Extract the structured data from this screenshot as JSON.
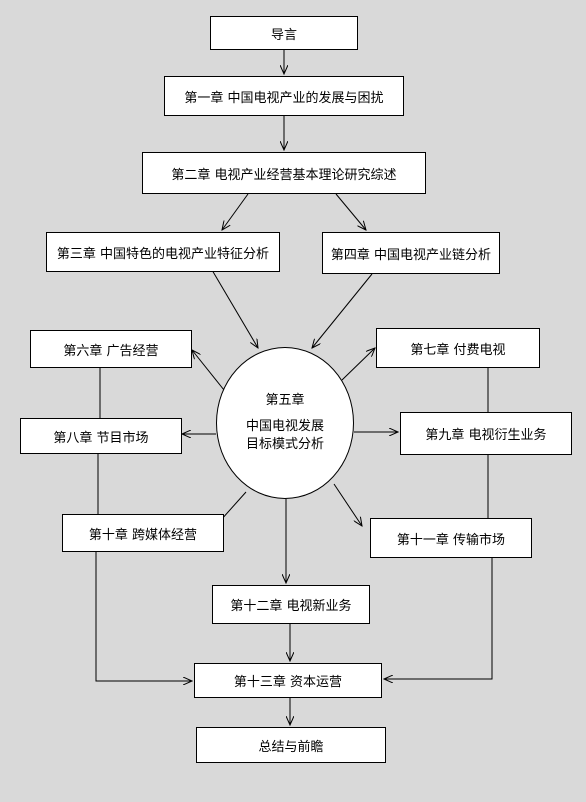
{
  "nodes": {
    "intro": "导言",
    "ch1": "第一章  中国电视产业的发展与困扰",
    "ch2": "第二章  电视产业经营基本理论研究综述",
    "ch3": "第三章  中国特色的电视产业特征分析",
    "ch4": "第四章  中国电视产业链分析",
    "ch5_title": "第五章",
    "ch5_line1": "中国电视发展",
    "ch5_line2": "目标模式分析",
    "ch6": "第六章  广告经营",
    "ch7": "第七章  付费电视",
    "ch8": "第八章  节目市场",
    "ch9": "第九章  电视衍生业务",
    "ch10": "第十章  跨媒体经营",
    "ch11": "第十一章  传输市场",
    "ch12": "第十二章  电视新业务",
    "ch13": "第十三章  资本运营",
    "conclusion": "总结与前瞻"
  },
  "colors": {
    "background": "#d9d9d9",
    "box_fill": "#ffffff",
    "line": "#000000"
  }
}
